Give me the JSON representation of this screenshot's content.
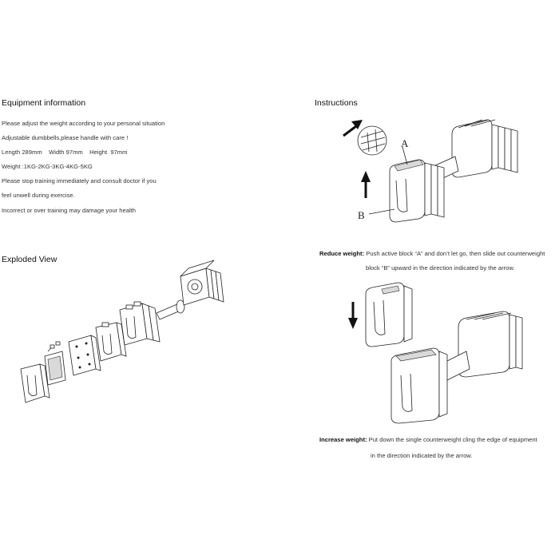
{
  "equipment": {
    "title": "Equipment information",
    "lines": [
      "Please adjust the weight according to your personal situation",
      "Adjustable dumbbells,please handle with care !",
      "Length 289mm    Width 97mm    Height  97mm",
      "Weight :1KG-2KG-3KG-4KG-5KG",
      "Please stop training immediately and consult doctor if you",
      "feel unwell during exercise.",
      "Incorrect or over training may damage your health"
    ]
  },
  "exploded": {
    "title": "Exploded View"
  },
  "instructions": {
    "title": "Instructions",
    "label_a": "A",
    "label_b": "B",
    "reduce": {
      "heading": "Reduce weight:",
      "line1": "Push active block “A” and don’t let go, then slide out counterweight",
      "line2": "block “B” upward in the direction indicated by the arrow."
    },
    "increase": {
      "heading": "Increase weight:",
      "line1": "Put down the single counterweight cling the edge of equipment",
      "line2": "in the direction indicated by the arrow."
    }
  }
}
